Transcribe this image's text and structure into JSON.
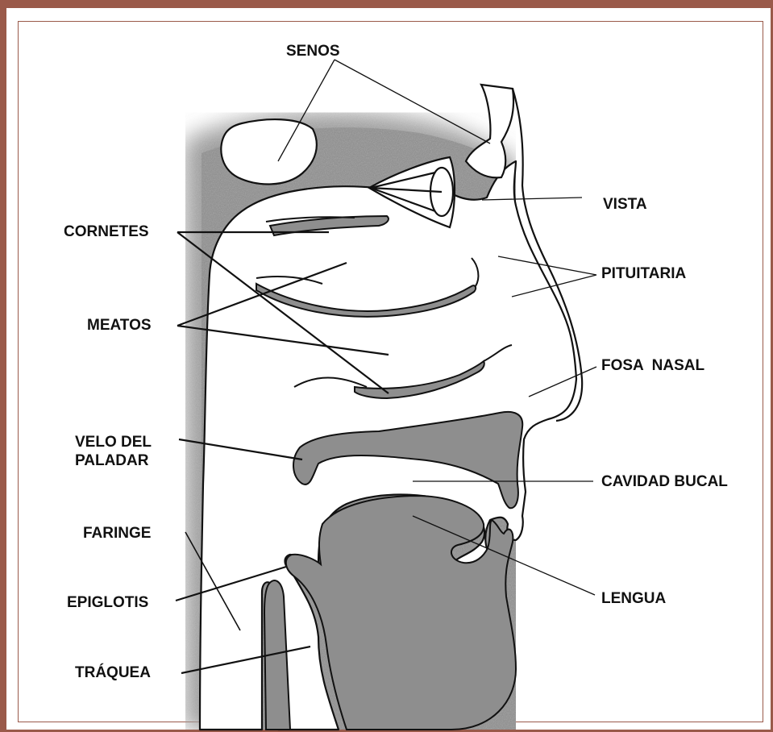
{
  "colors": {
    "frame": "#9a5a4a",
    "tissue": "#8c8c8c",
    "lines": "#111111"
  },
  "labels": {
    "senos": "SENOS",
    "vista": "VISTA",
    "cornetes": "CORNETES",
    "pituitaria": "PITUITARIA",
    "meatos": "MEATOS",
    "fosa_nasal": "FOSA  NASAL",
    "velo_del_paladar_line1": "VELO DEL",
    "velo_del_paladar_line2": "PALADAR",
    "cavidad_bucal": "CAVIDAD BUCAL",
    "faringe": "FARINGE",
    "lengua": "LENGUA",
    "epiglotis": "EPIGLOTIS",
    "traquea": "TRÁQUEA"
  }
}
